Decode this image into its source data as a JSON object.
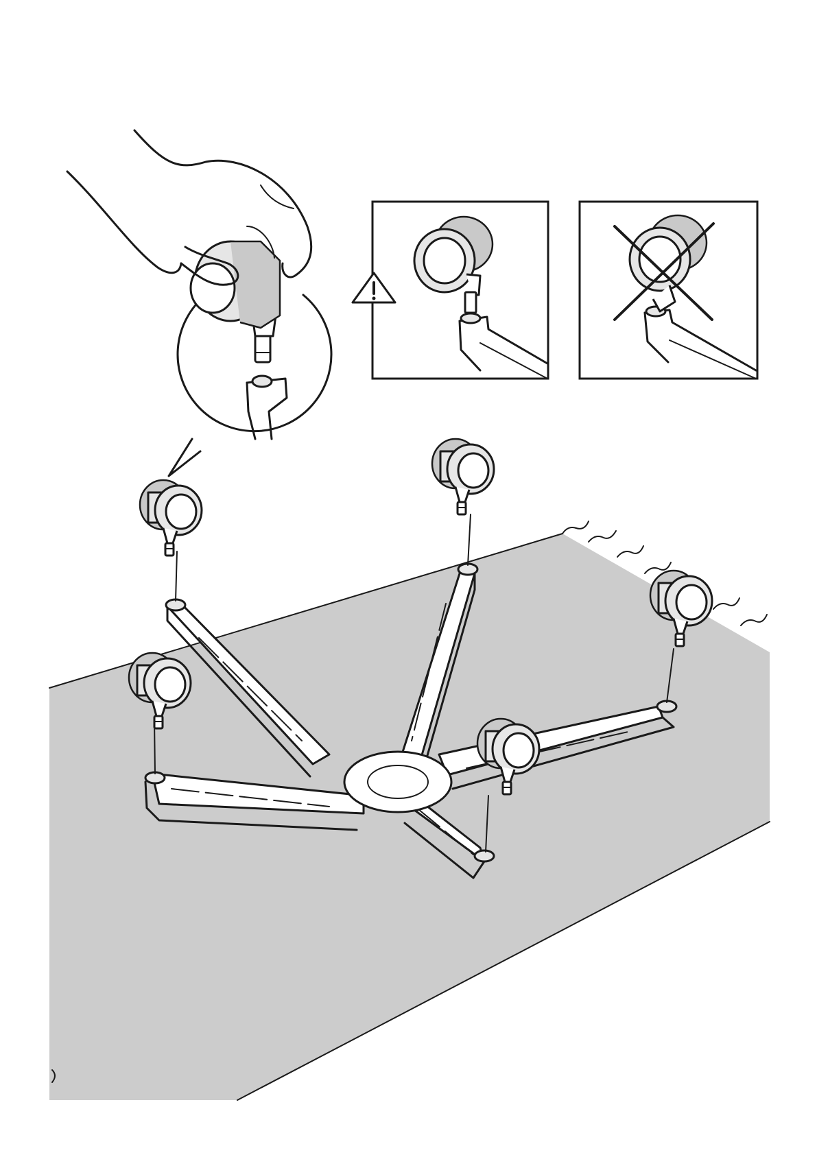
{
  "illustration": {
    "kind": "assembly-instruction",
    "steps": [
      "insert-casters-into-base"
    ],
    "caster_count": 5,
    "panels": [
      {
        "id": "correct",
        "marker": "warning-icon"
      },
      {
        "id": "incorrect",
        "marker": "cross-icon"
      }
    ],
    "colors": {
      "line": "#1a1a1a",
      "floor": "#cccccc",
      "panel_bg": "#ffffff",
      "wheel_light": "#e6e6e6",
      "wheel_mid": "#c9c9c9"
    }
  }
}
